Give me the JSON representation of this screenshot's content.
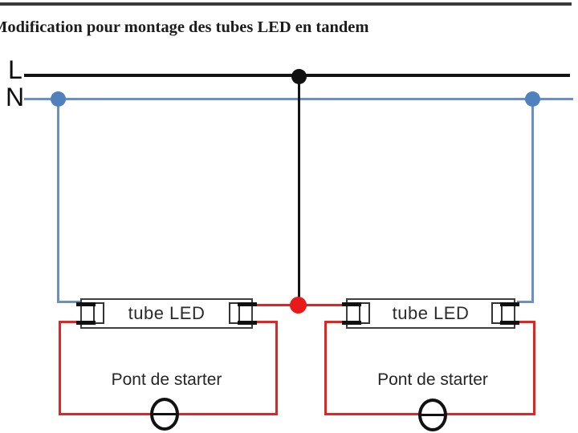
{
  "title": "Modification pour montage des tubes LED en tandem",
  "bus": {
    "live_label": "L",
    "neutral_label": "N"
  },
  "tubes": [
    {
      "label": "tube LED"
    },
    {
      "label": "tube LED"
    }
  ],
  "starter_bridges": [
    {
      "label": "Pont de starter"
    },
    {
      "label": "Pont de starter"
    }
  ],
  "colors": {
    "live_wire": "#141414",
    "neutral_wire": "#6b91c3",
    "neutral_node": "#4f81bd",
    "switched_wire": "#e02525",
    "red_junction": "#e81a1a",
    "tube_border": "#3f3f3f",
    "frame_line": "#3a3a3a"
  }
}
